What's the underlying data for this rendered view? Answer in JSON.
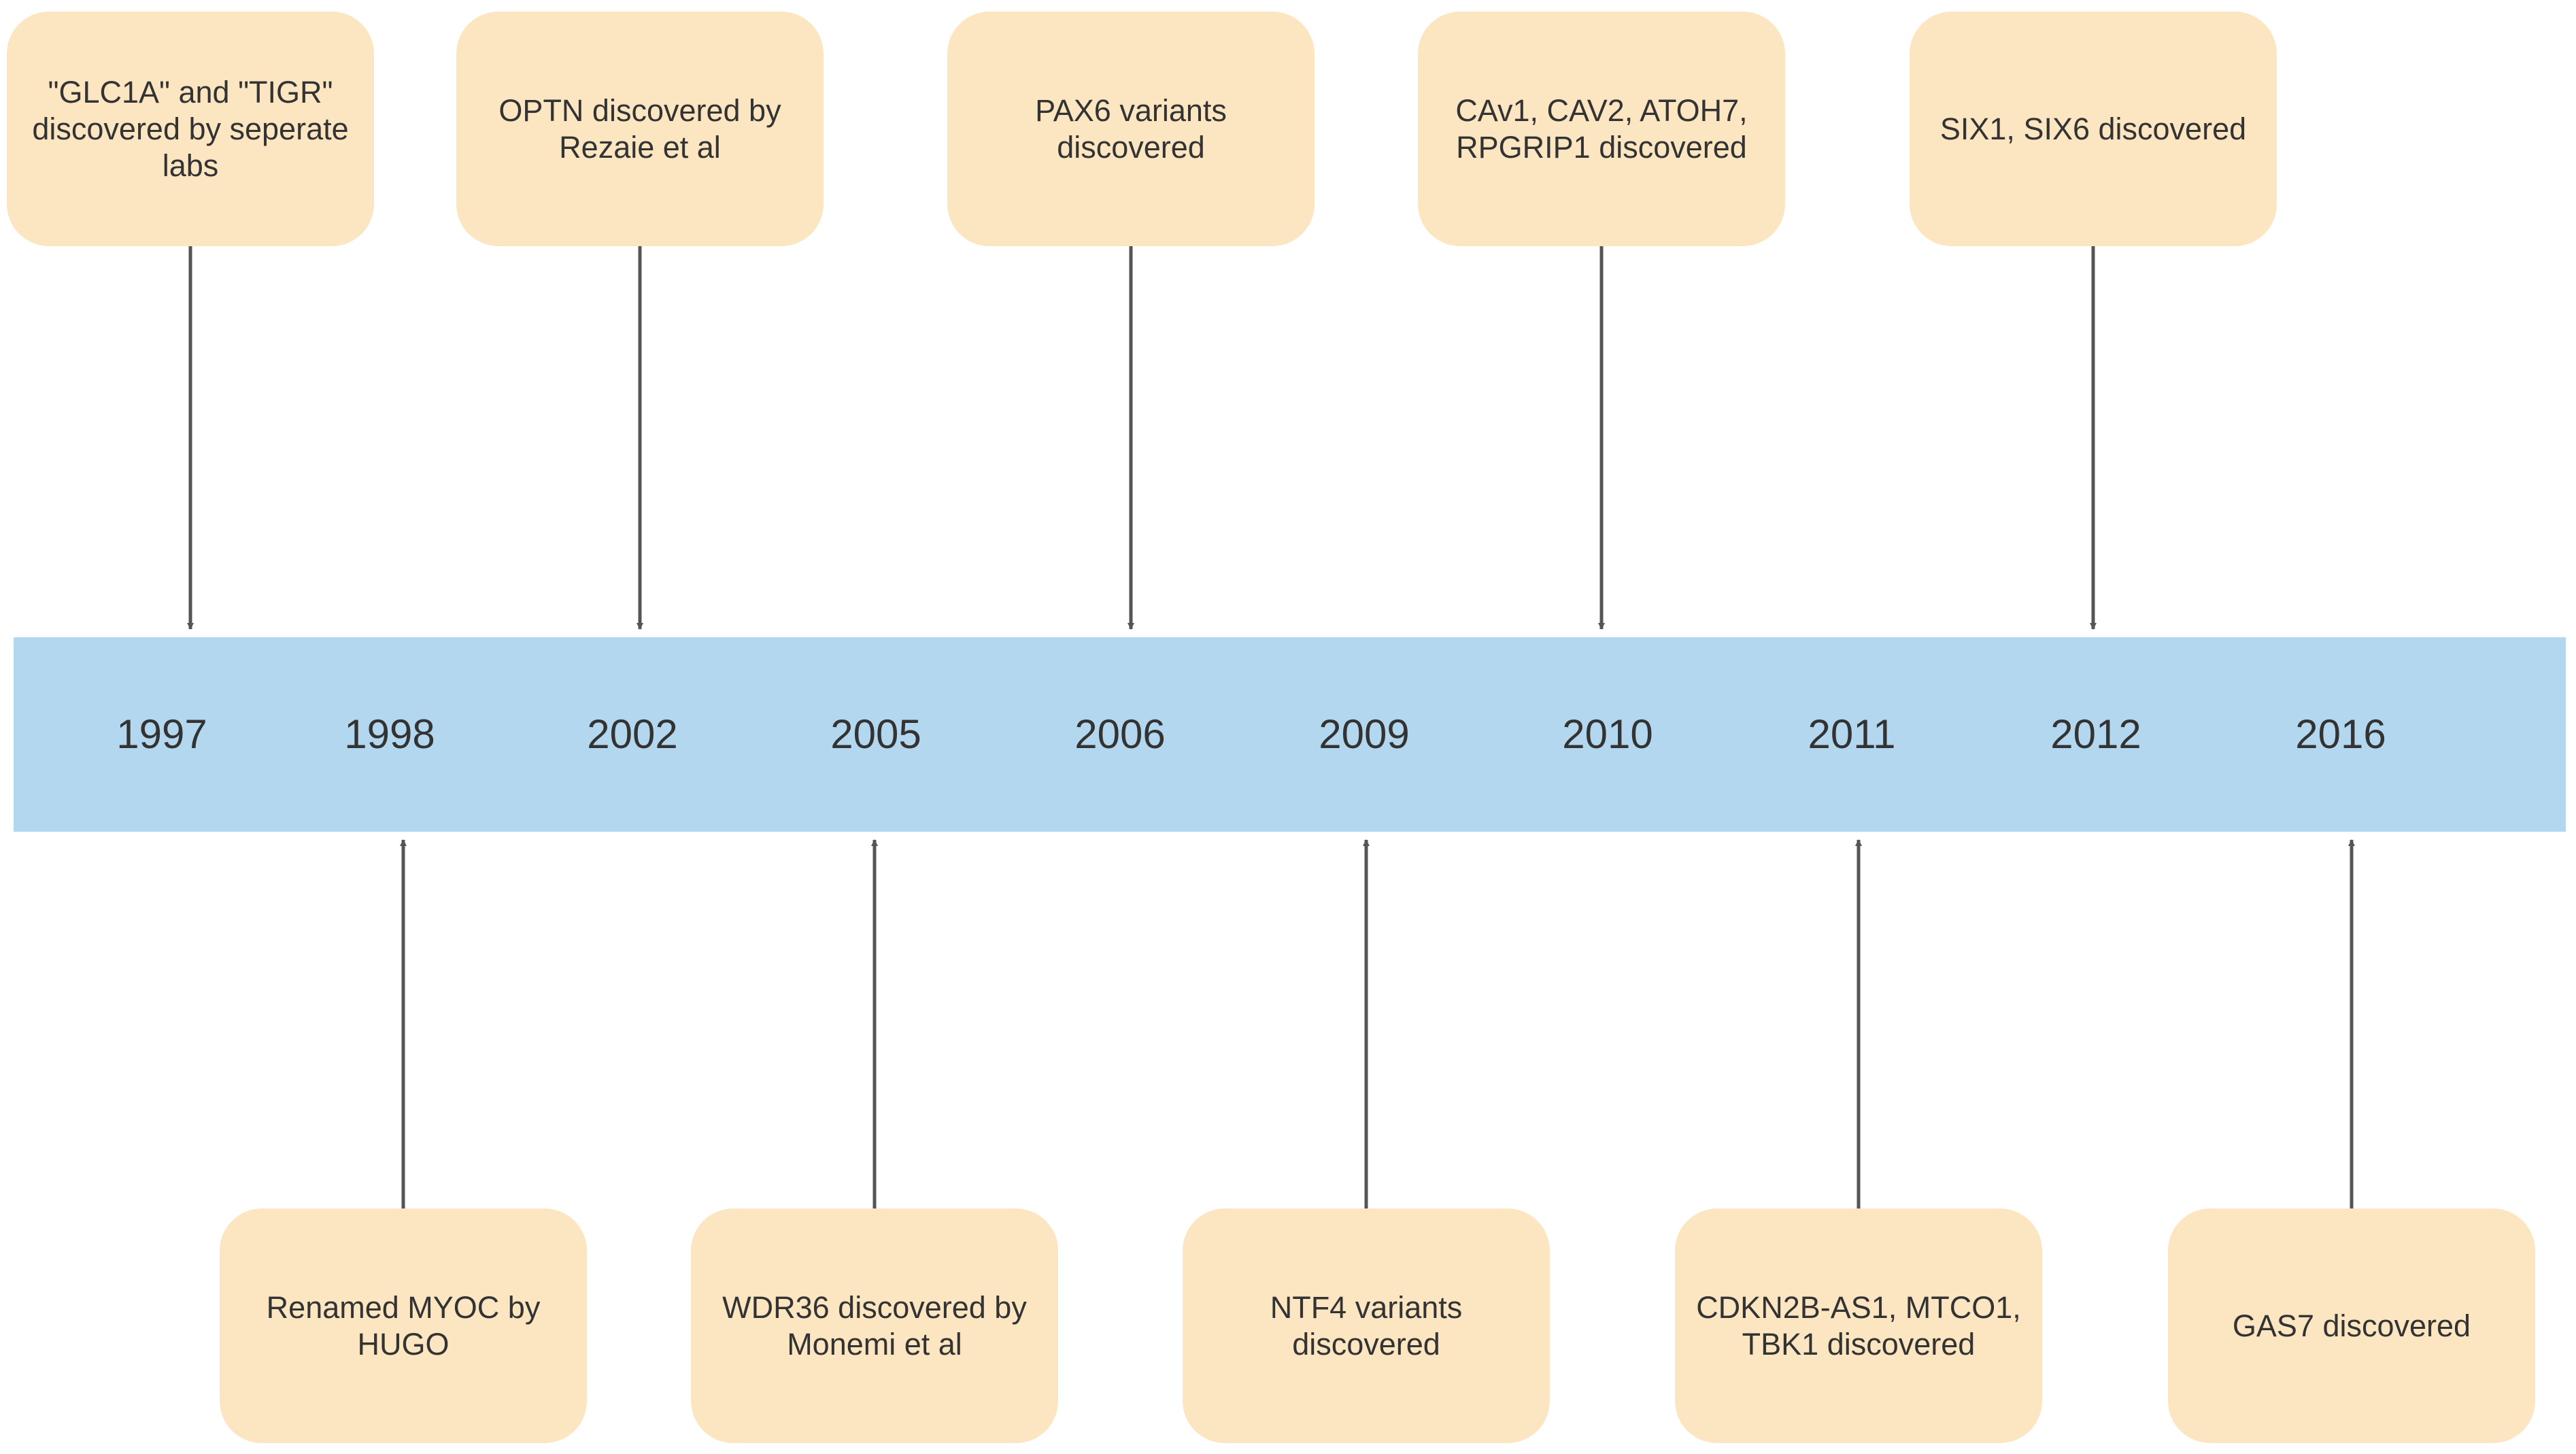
{
  "colors": {
    "band": "#b3d7ee",
    "box": "#fce6c2",
    "arrow": "#555555",
    "text": "#333333"
  },
  "years": [
    "1997",
    "1998",
    "2002",
    "2005",
    "2006",
    "2009",
    "2010",
    "2011",
    "2012",
    "2016"
  ],
  "events_top": [
    {
      "year": "1997",
      "text": "\"GLC1A\" and \"TIGR\" discovered by seperate labs"
    },
    {
      "year": "2002",
      "text": "OPTN discovered by Rezaie et al"
    },
    {
      "year": "2006",
      "text": "PAX6 variants discovered"
    },
    {
      "year": "2010",
      "text": "CAv1, CAV2, ATOH7, RPGRIP1 discovered"
    },
    {
      "year": "2012",
      "text": "SIX1, SIX6 discovered"
    }
  ],
  "events_bottom": [
    {
      "year": "1998",
      "text": "Renamed MYOC by HUGO"
    },
    {
      "year": "2005",
      "text": "WDR36 discovered by Monemi et al"
    },
    {
      "year": "2009",
      "text": "NTF4 variants discovered"
    },
    {
      "year": "2011",
      "text": "CDKN2B-AS1, MTCO1, TBK1 discovered"
    },
    {
      "year": "2016",
      "text": "GAS7 discovered"
    }
  ]
}
